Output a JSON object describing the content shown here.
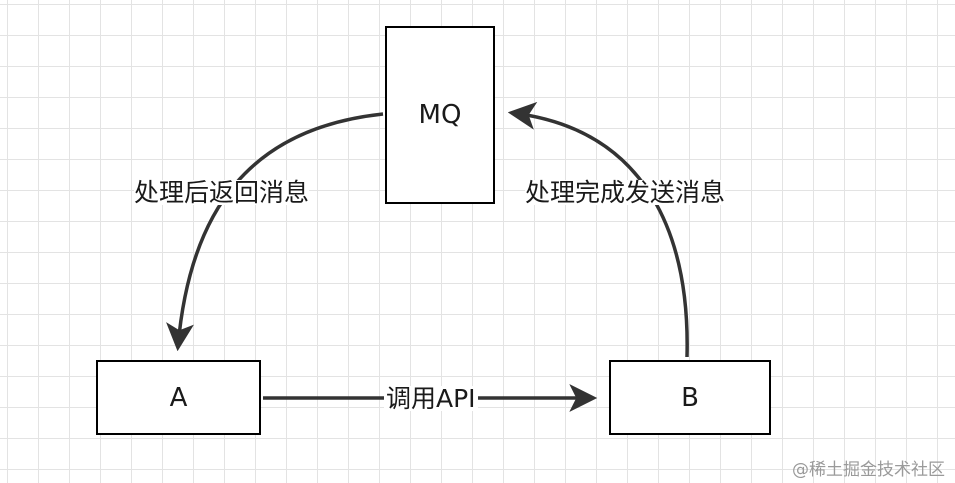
{
  "diagram": {
    "nodes": {
      "mq": "MQ",
      "a": "A",
      "b": "B"
    },
    "edges": {
      "mq_to_a": "处理后返回消息",
      "b_to_mq": "处理完成发送消息",
      "a_to_b": "调用API"
    }
  },
  "watermark": "@稀土掘金技术社区",
  "colors": {
    "stroke": "#333333",
    "grid": "#e3e3e3",
    "text": "#1a1a1a"
  }
}
